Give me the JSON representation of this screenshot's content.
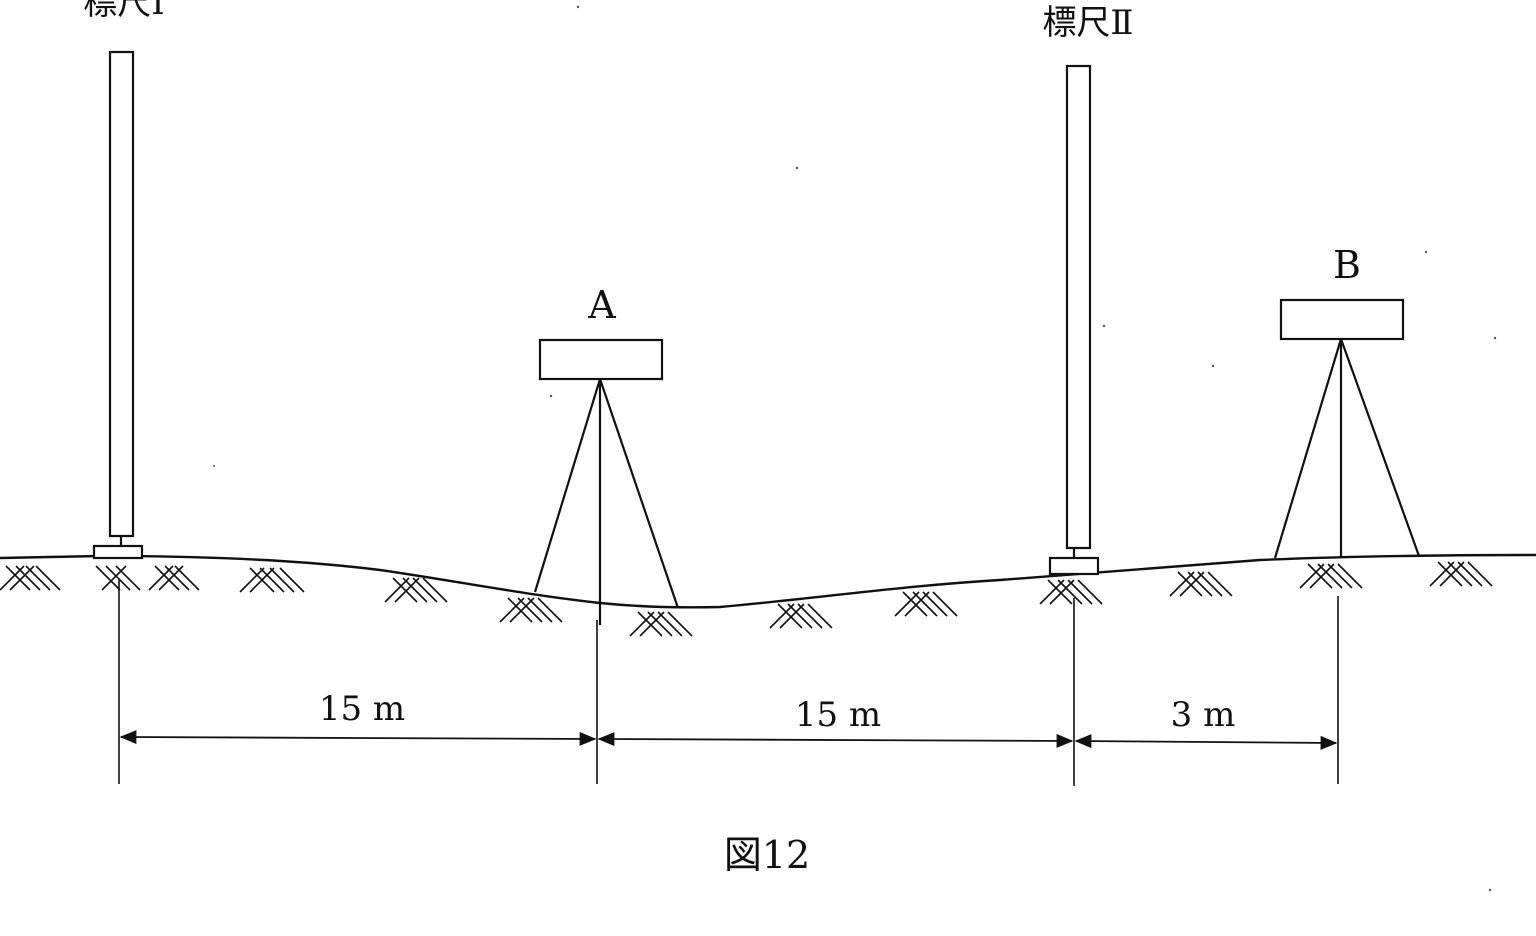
{
  "diagram": {
    "rods": [
      {
        "label": "標尺Ⅰ"
      },
      {
        "label": "標尺Ⅱ"
      }
    ],
    "levels": [
      {
        "label": "A"
      },
      {
        "label": "B"
      }
    ],
    "dimensions": [
      {
        "label": "15 m",
        "value": 15,
        "unit": "m"
      },
      {
        "label": "15 m",
        "value": 15,
        "unit": "m"
      },
      {
        "label": "3 m",
        "value": 3,
        "unit": "m"
      }
    ],
    "caption": "図12"
  },
  "colors": {
    "ink": "#111111",
    "background": "#ffffff"
  }
}
